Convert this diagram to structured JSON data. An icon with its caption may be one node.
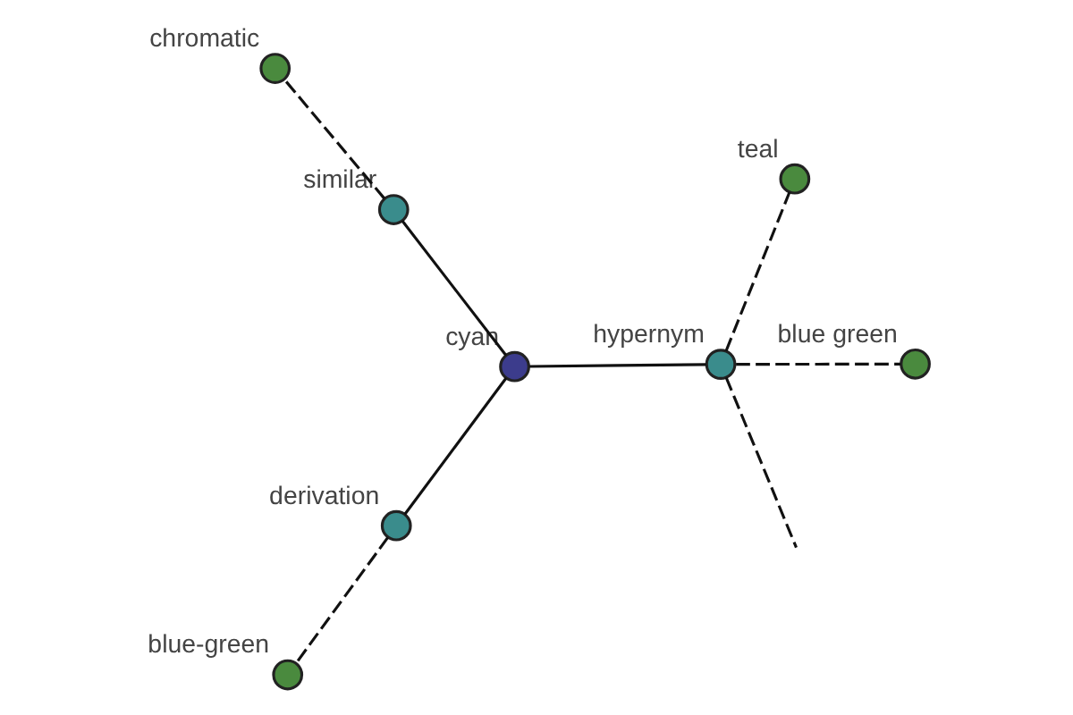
{
  "diagram": {
    "nodes": [
      {
        "text": [
          "cyan"
        ]
      },
      {
        "text": [
          "hypernym"
        ]
      },
      {
        "text": [
          "blue green"
        ]
      },
      {
        "text": [
          "teal"
        ]
      },
      {
        "text": [
          "similar"
        ]
      },
      {
        "text": [
          "chromatic"
        ]
      },
      {
        "text": [
          "derivation"
        ]
      },
      {
        "text": [
          "blue-green"
        ]
      }
    ],
    "edges": [
      {
        "from": 0,
        "to": 1,
        "arrow": "none"
      },
      {
        "from": 0,
        "to": 4,
        "arrow": "none"
      },
      {
        "from": 0,
        "to": 6,
        "arrow": "none"
      },
      {
        "from": 1,
        "to": 2,
        "arrow": "none",
        "style": "dashed"
      },
      {
        "from": 1,
        "to": null,
        "arrow": "none",
        "style": "dashed"
      },
      {
        "from": 1,
        "to": 3,
        "arrow": "none",
        "style": "dashed"
      },
      {
        "from": 4,
        "to": 5,
        "arrow": "none",
        "style": "dashed"
      },
      {
        "from": 6,
        "to": 7,
        "arrow": "none",
        "style": "dashed"
      }
    ]
  }
}
